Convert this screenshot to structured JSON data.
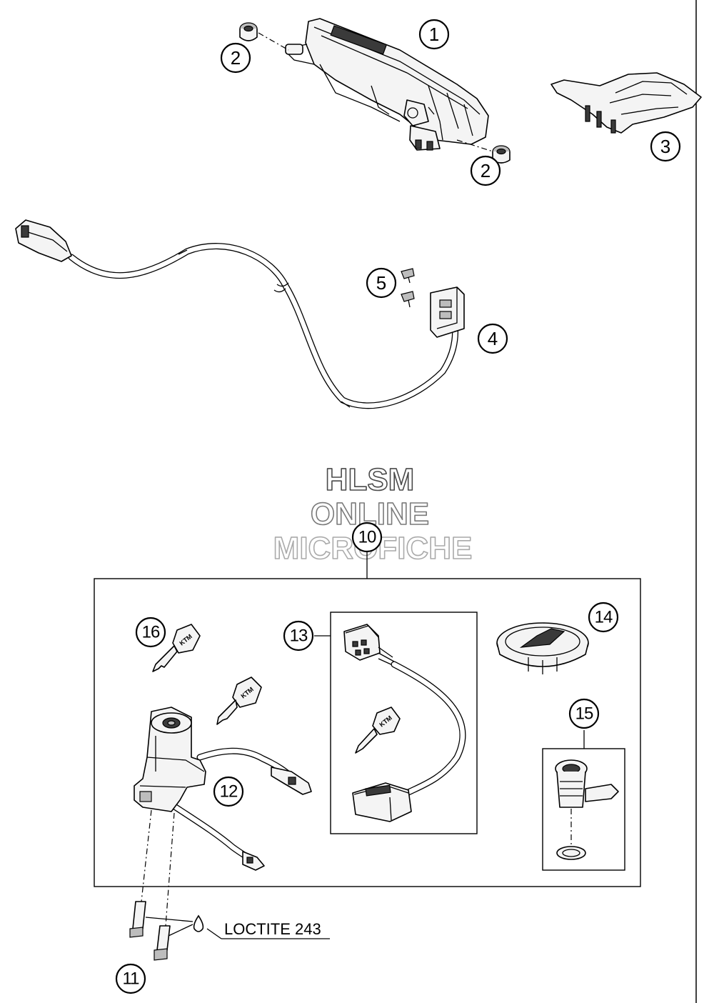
{
  "watermark": {
    "line1": "HLSM",
    "line2": "ONLINE",
    "line3": "MICROFICHE"
  },
  "callouts": [
    "1",
    "2",
    "2",
    "3",
    "4",
    "5",
    "10",
    "11",
    "12",
    "13",
    "14",
    "15",
    "16"
  ],
  "note": {
    "text": "LOCTITE 243"
  },
  "key_logo": "KTM",
  "colors": {
    "ink": "#000000",
    "paper": "#ffffff",
    "watermark_dark": "#4a4a4a",
    "watermark_light": "#aaaaaa"
  }
}
